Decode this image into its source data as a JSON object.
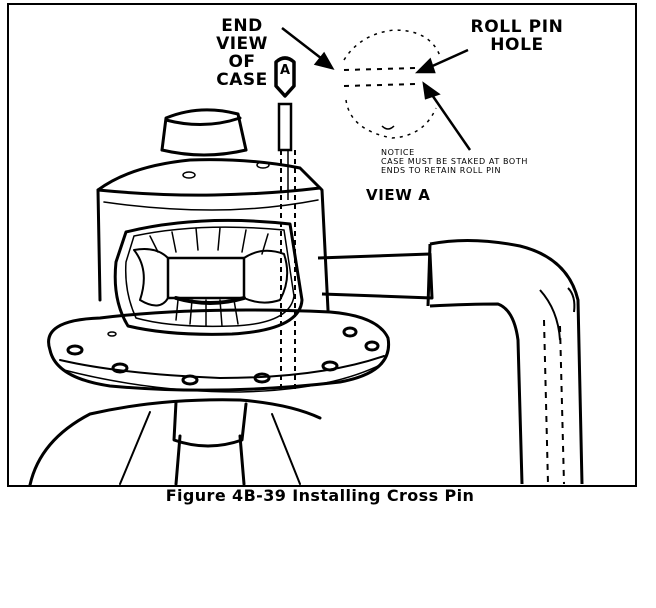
{
  "labels": {
    "end_view": [
      "END",
      "VIEW",
      "OF",
      "CASE"
    ],
    "roll_pin": [
      "ROLL PIN",
      "HOLE"
    ],
    "notice": [
      "NOTICE",
      "CASE MUST BE STAKED AT BOTH",
      "ENDS TO RETAIN ROLL PIN"
    ],
    "view_a": "VIEW A",
    "callout_letter": "A",
    "caption": "Figure 4B-39 Installing Cross Pin"
  }
}
